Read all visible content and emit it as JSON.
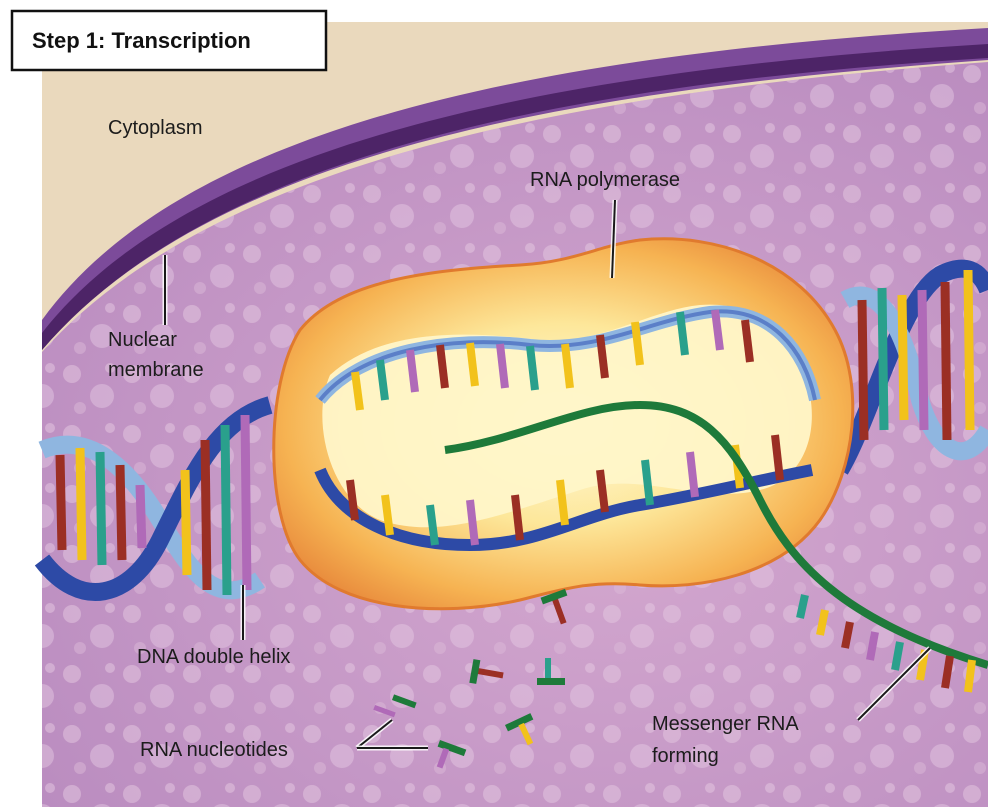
{
  "title": "Step 1: Transcription",
  "labels": {
    "cytoplasm": "Cytoplasm",
    "nuclear_membrane_line1": "Nuclear",
    "nuclear_membrane_line2": "membrane",
    "rna_polymerase": "RNA polymerase",
    "dna_double_helix": "DNA double helix",
    "rna_nucleotides": "RNA nucleotides",
    "messenger_rna_line1": "Messenger RNA",
    "messenger_rna_line2": "forming"
  },
  "colors": {
    "cytoplasm": "#ead9bd",
    "nucleoplasm": "#c99ac4",
    "membrane": "#5a2f78",
    "polymerase_outer": "#f0a24a",
    "polymerase_inner": "#fff6c8",
    "dna_backbone": "#2d4aa6",
    "dna_backbone_light": "#8fb6e0",
    "mrna_backbone": "#1e7a3a",
    "base_red": "#9b2f24",
    "base_yellow": "#f2c21b",
    "base_teal": "#2aa08c",
    "base_purple": "#b06ab8"
  }
}
